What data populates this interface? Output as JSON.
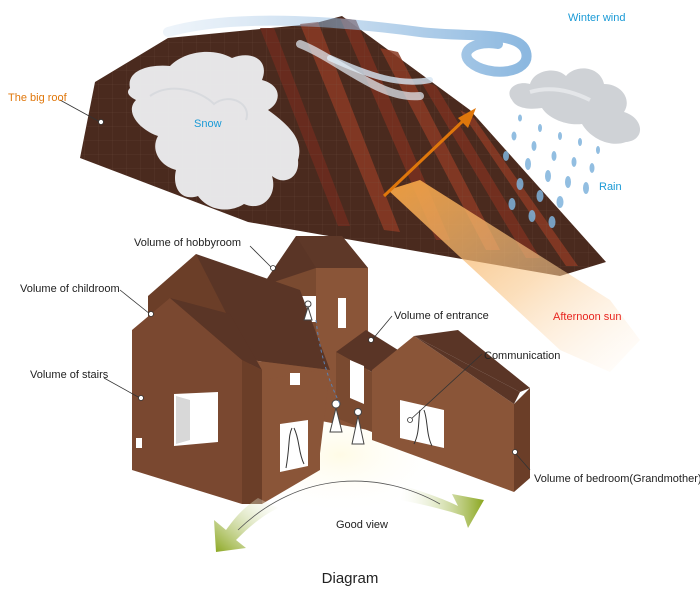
{
  "labels": {
    "big_roof": "The big roof",
    "snow": "Snow",
    "winter_wind": "Winter wind",
    "rain": "Rain",
    "afternoon_sun": "Afternoon sun",
    "hobbyroom": "Volume of  hobbyroom",
    "childroom": "Volume of  childroom",
    "entrance": "Volume of entrance",
    "communication": "Communication",
    "stairs": "Volume of  stairs",
    "bedroom": "Volume of  bedroom(Grandmother)",
    "good_view": "Good view"
  },
  "caption": "Diagram",
  "colors": {
    "roof": "#4a2a1e",
    "roof_stripe": "#8a3a24",
    "wall": "#8a5538",
    "wall_dark": "#6b3e28",
    "roof_volume": "#5a3526",
    "arrow_green": "#9ab52a",
    "sun_orange": "#f08a1e",
    "blue_label": "#1a9ad6",
    "orange_label": "#e0770b",
    "red_label": "#e8251f"
  },
  "icons": [
    "cloud-icon",
    "rain-drops-icon",
    "wind-swirl-icon",
    "sun-arrow-icon",
    "view-arrows-icon"
  ]
}
